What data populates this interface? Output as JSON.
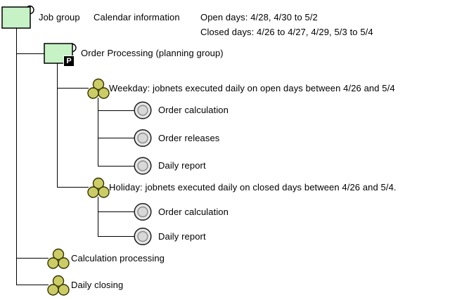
{
  "root": {
    "icon": "job-group-folder-icon",
    "label": "Job group",
    "calendar": {
      "title": "Calendar information",
      "open_days": "Open days: 4/28, 4/30 to 5/2",
      "closed_days": "Closed days: 4/26 to 4/27, 4/29, 5/3 to 5/4"
    }
  },
  "planning_group": {
    "icon": "planning-group-folder-icon",
    "badge": "P",
    "label": "Order Processing (planning group)",
    "children": {
      "weekday": {
        "icon": "jobnet-icon",
        "label": "Weekday: jobnets executed daily on open days between 4/26 and 5/4",
        "children": [
          {
            "icon": "nested-jobnet-icon",
            "label": "Order calculation"
          },
          {
            "icon": "nested-jobnet-icon",
            "label": "Order releases"
          },
          {
            "icon": "nested-jobnet-icon",
            "label": "Daily report"
          }
        ]
      },
      "holiday": {
        "icon": "jobnet-icon",
        "label": "Holiday: jobnets executed daily on closed days between 4/26 and 5/4.",
        "children": [
          {
            "icon": "nested-jobnet-icon",
            "label": "Order calculation"
          },
          {
            "icon": "nested-jobnet-icon",
            "label": "Daily report"
          }
        ]
      }
    }
  },
  "sibling_jobnets": [
    {
      "icon": "jobnet-icon",
      "label": "Calculation processing"
    },
    {
      "icon": "jobnet-icon",
      "label": "Daily closing"
    }
  ],
  "colors": {
    "background": "#ffffff",
    "job_group_fill": "#c6f2c6",
    "jobnet_fill": "#cccc66",
    "jobnet_stroke": "#333300",
    "nested_jobnet_outer_fill": "#e7e7e7",
    "nested_jobnet_inner_fill": "#d8d8d8",
    "badge_background": "#000000",
    "badge_text_color": "#ffffff",
    "connector_line": "#000000",
    "text_color": "#000000"
  }
}
